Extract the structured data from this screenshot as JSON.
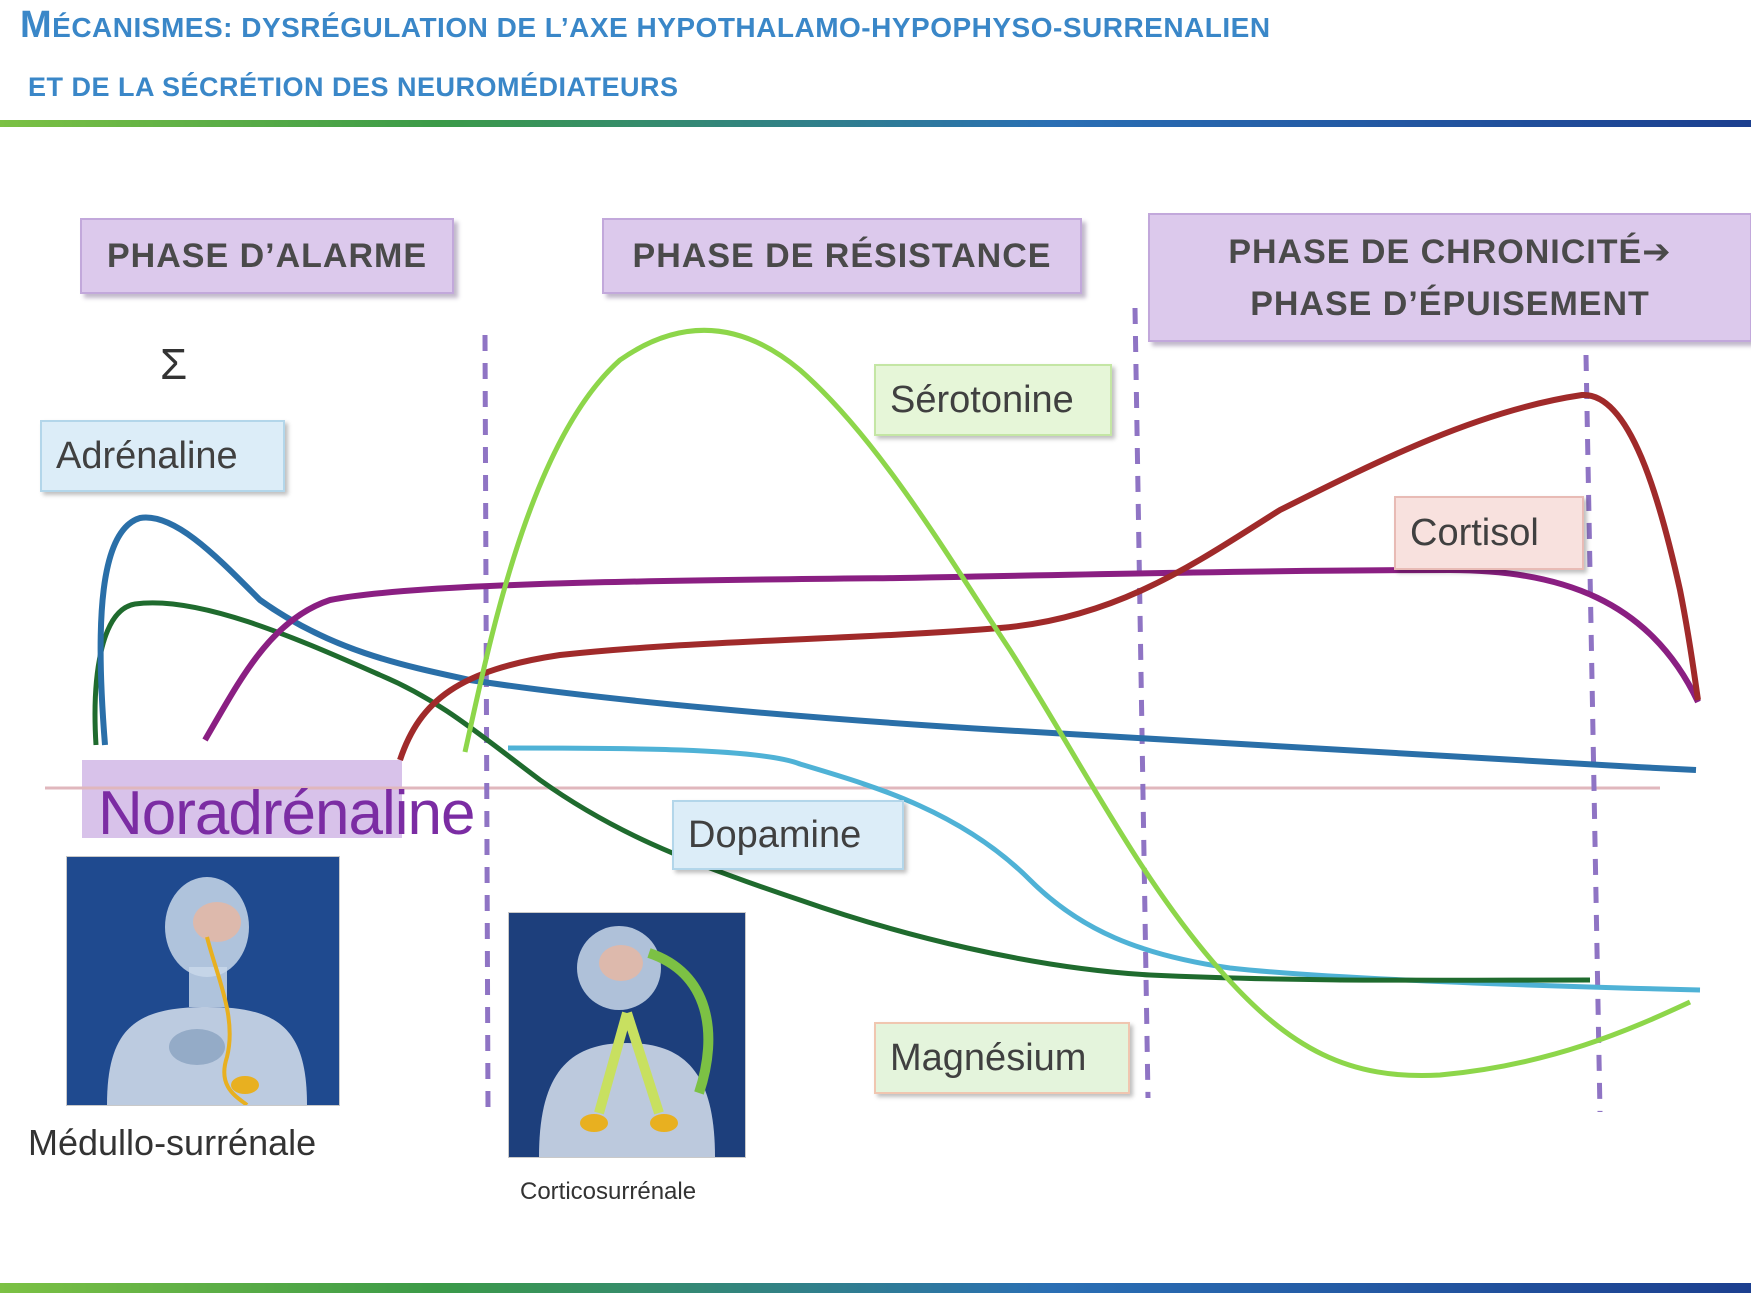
{
  "header": {
    "title_big": "M",
    "title_line1_rest": "ÉCANISMES: DYSRÉGULATION DE L’AXE HYPOTHALAMO-HYPOPHYSO-SURRENALIEN",
    "title_line2": "ET DE LA SÉCRÉTION DES NEUROMÉDIATEURS"
  },
  "phases": {
    "alarm": "PHASE D’ALARME",
    "resistance": "PHASE DE RÉSISTANCE",
    "chronic_line1": "PHASE DE CHRONICITÉ➔",
    "chronic_line2": "PHASE D’ÉPUISEMENT"
  },
  "sigma": "Σ",
  "labels": {
    "adrenaline": "Adrénaline",
    "noradrenaline": "Noradrénaline",
    "serotonine": "Sérotonine",
    "cortisol": "Cortisol",
    "dopamine": "Dopamine",
    "magnesium": "Magnésium"
  },
  "captions": {
    "medullo": "Médullo-surrénale",
    "cortico": "Corticosurrénale"
  },
  "colors": {
    "adrenaline": "#2a6fa8",
    "noradrenaline_green": "#1f6b2e",
    "purple": "#8a1f82",
    "cortisol": "#a02a2a",
    "serotonine": "#8dd64a",
    "dopamine": "#4fb2d6",
    "divider": "#8f74c4",
    "baseline": "#e0b7bd"
  }
}
